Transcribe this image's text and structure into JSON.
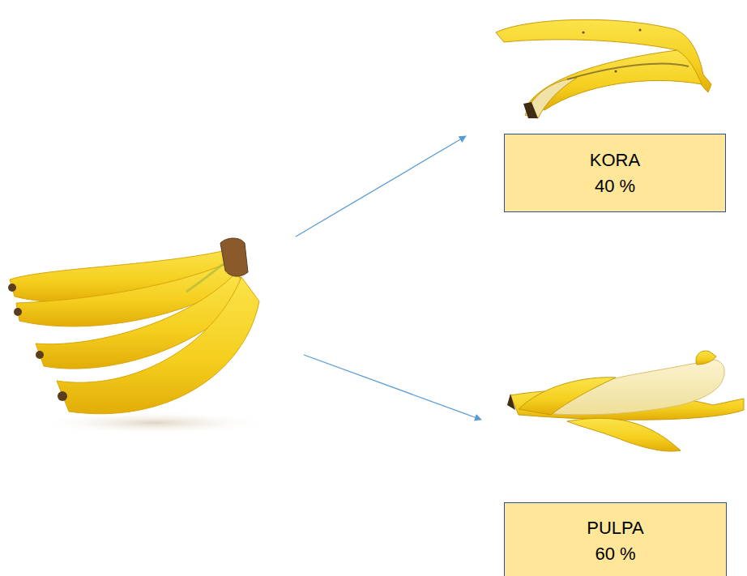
{
  "diagram": {
    "nodes": [
      {
        "text": [
          "KORA",
          "40 %"
        ]
      },
      {
        "text": [
          "PULPA",
          "60 %"
        ]
      }
    ]
  }
}
